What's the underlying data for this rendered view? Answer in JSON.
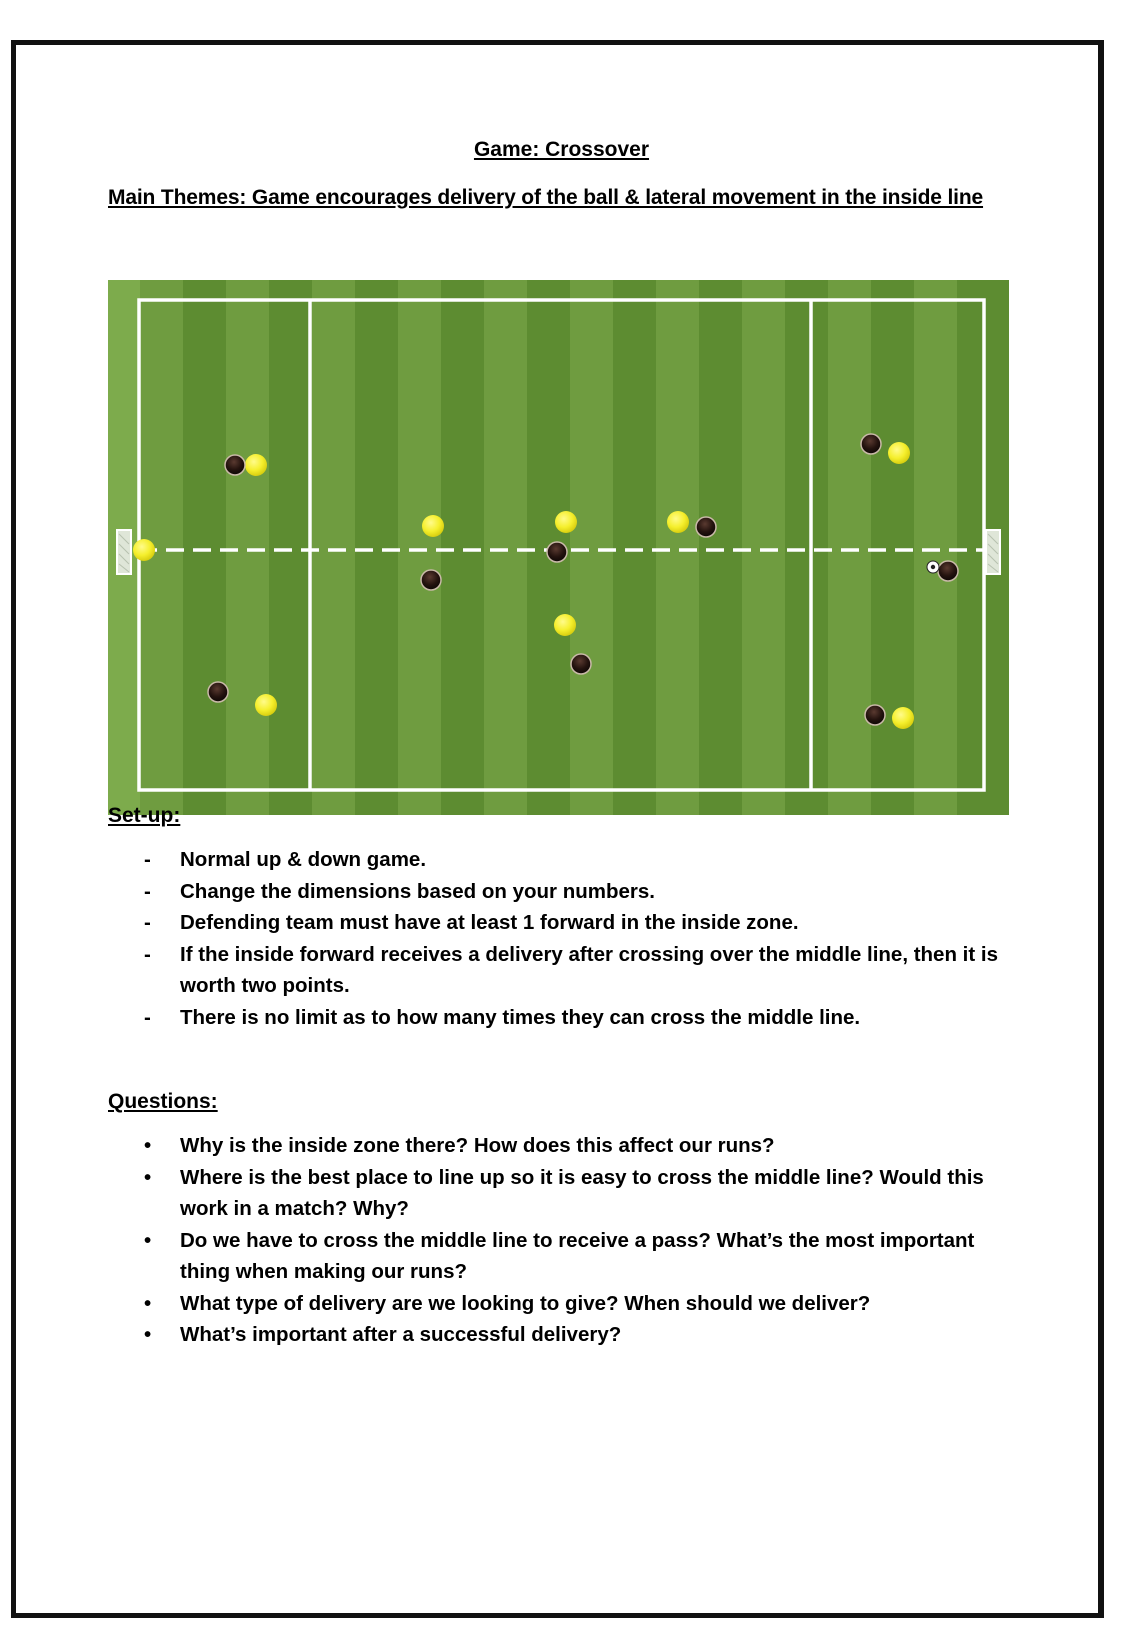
{
  "title": "Game: Crossover",
  "themes": "Main Themes: Game encourages delivery of the ball & lateral movement in the inside line",
  "setup": {
    "heading": "Set-up:",
    "marker": "-",
    "items": [
      "Normal up & down game.",
      "Change the dimensions based on your numbers.",
      "Defending team must have at least 1 forward in the inside zone.",
      "If the inside forward receives a delivery after crossing over the middle line, then it is worth two points.",
      "There is no limit as to how many times they can cross the middle line."
    ]
  },
  "questions": {
    "heading": "Questions:",
    "marker": "•",
    "items": [
      "Why is the inside zone there? How does this affect our runs?",
      "Where is the best place to line up so it is easy to cross the middle line? Would this work in a match? Why?",
      "Do we have to cross the middle line to receive a pass? What’s the most important thing when making our runs?",
      "What type of delivery are we looking to give? When should we deliver?",
      "What’s important after a successful delivery?"
    ]
  },
  "colors": {
    "grass_light": "#7da84a",
    "grass_dark": "#5f8f33",
    "team_yellow": "#f7f032",
    "team_dark": "#2a1712"
  }
}
